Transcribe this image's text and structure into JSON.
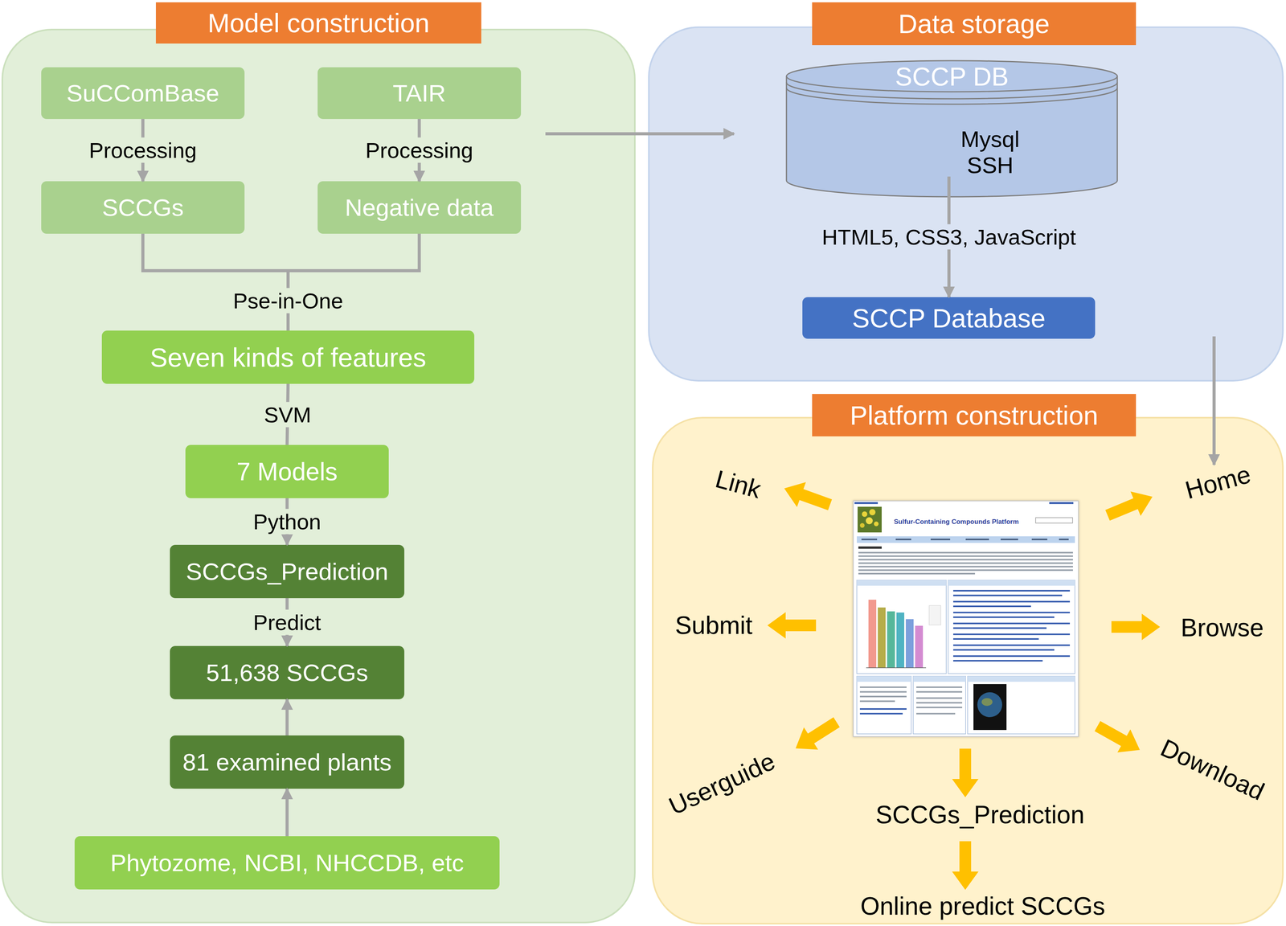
{
  "diagram": {
    "nodes": [
      {
        "text": [
          "Model construction"
        ]
      },
      {
        "text": [
          "SuCComBase"
        ],
        "in": 0
      },
      {
        "text": [
          "TAIR"
        ],
        "in": 0
      },
      {
        "text": [
          "SCCGs"
        ],
        "in": 0
      },
      {
        "text": [
          "Negative data"
        ],
        "in": 0
      },
      {
        "text": [
          "Seven kinds of features"
        ],
        "in": 0
      },
      {
        "text": [
          "7 Models"
        ],
        "in": 0
      },
      {
        "text": [
          "SCCGs_Prediction"
        ],
        "in": 0
      },
      {
        "text": [
          "51,638 SCCGs"
        ],
        "in": 0
      },
      {
        "text": [
          "81 examined plants"
        ],
        "in": 0
      },
      {
        "text": [
          "Phytozome, NCBI, NHCCDB, etc"
        ],
        "in": 0
      },
      {
        "text": [
          "Data storage"
        ]
      },
      {
        "text": [
          "SCCP DB",
          "Mysql SSH"
        ],
        "in": 11
      },
      {
        "text": [
          "SCCP Database"
        ],
        "in": 11
      },
      {
        "text": [
          "Platform construction"
        ]
      },
      {
        "text": [
          "Sulfur-Containing Compounds Platform"
        ],
        "in": 14
      }
    ],
    "edges": [
      {
        "from": 1,
        "to": 3,
        "arrow": "to",
        "label": "Processing"
      },
      {
        "from": 2,
        "to": 4,
        "arrow": "to",
        "label": "Processing"
      },
      {
        "from": 3,
        "to": 5,
        "arrow": "none",
        "label": "Pse-in-One"
      },
      {
        "from": 4,
        "to": 5,
        "arrow": "none"
      },
      {
        "from": 5,
        "to": 6,
        "arrow": "none",
        "label": "SVM"
      },
      {
        "from": 6,
        "to": 7,
        "arrow": "to",
        "label": "Python"
      },
      {
        "from": 7,
        "to": 8,
        "arrow": "to",
        "label": "Predict"
      },
      {
        "from": 9,
        "to": 8,
        "arrow": "to"
      },
      {
        "from": 10,
        "to": 9,
        "arrow": "to"
      },
      {
        "from": 0,
        "to": 11,
        "arrow": "to"
      },
      {
        "from": 12,
        "to": 13,
        "arrow": "to",
        "label": "HTML5, CSS3, JavaScript"
      }
    ],
    "labels": [
      "Link",
      "Home",
      "Submit",
      "Browse",
      "Userguide",
      "Download",
      "SCCGs_Prediction",
      "Online predict SCCGs"
    ]
  }
}
